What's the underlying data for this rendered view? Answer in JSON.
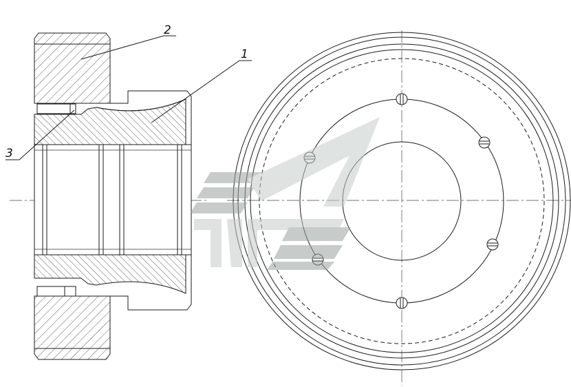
{
  "drawing": {
    "callouts": [
      {
        "id": "part-1",
        "label": "1"
      },
      {
        "id": "part-2",
        "label": "2"
      },
      {
        "id": "part-3",
        "label": "3"
      }
    ],
    "watermark": "logo",
    "colors": {
      "line": "#1a1a1a",
      "watermark": "#b4bbb8"
    }
  }
}
